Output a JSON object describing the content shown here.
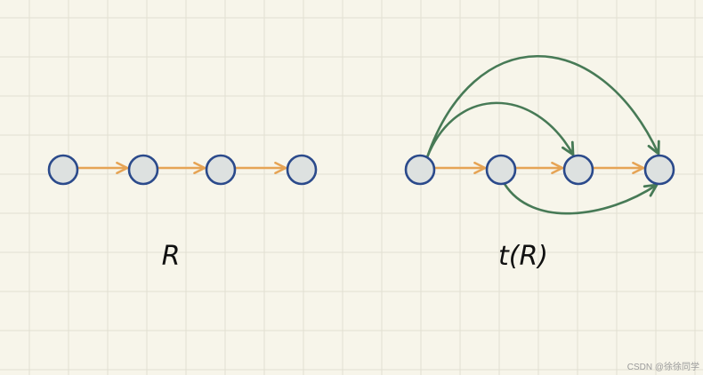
{
  "diagrams": [
    {
      "label": "R",
      "nodes": [
        "n1",
        "n2",
        "n3",
        "n4"
      ],
      "edges": [
        {
          "from": 0,
          "to": 1,
          "kind": "direct"
        },
        {
          "from": 1,
          "to": 2,
          "kind": "direct"
        },
        {
          "from": 2,
          "to": 3,
          "kind": "direct"
        }
      ]
    },
    {
      "label": "t(R)",
      "nodes": [
        "n1",
        "n2",
        "n3",
        "n4"
      ],
      "edges": [
        {
          "from": 0,
          "to": 1,
          "kind": "direct"
        },
        {
          "from": 1,
          "to": 2,
          "kind": "direct"
        },
        {
          "from": 2,
          "to": 3,
          "kind": "direct"
        },
        {
          "from": 0,
          "to": 2,
          "kind": "transitive"
        },
        {
          "from": 0,
          "to": 3,
          "kind": "transitive"
        },
        {
          "from": 1,
          "to": 3,
          "kind": "transitive"
        }
      ]
    }
  ],
  "colors": {
    "background": "#f7f5ea",
    "grid": "#e2e0d2",
    "node_fill": "#dde1e0",
    "node_stroke": "#2b4a8b",
    "direct_edge": "#e6a455",
    "transitive_edge": "#477a56"
  },
  "watermark": "CSDN @徐徐同学"
}
